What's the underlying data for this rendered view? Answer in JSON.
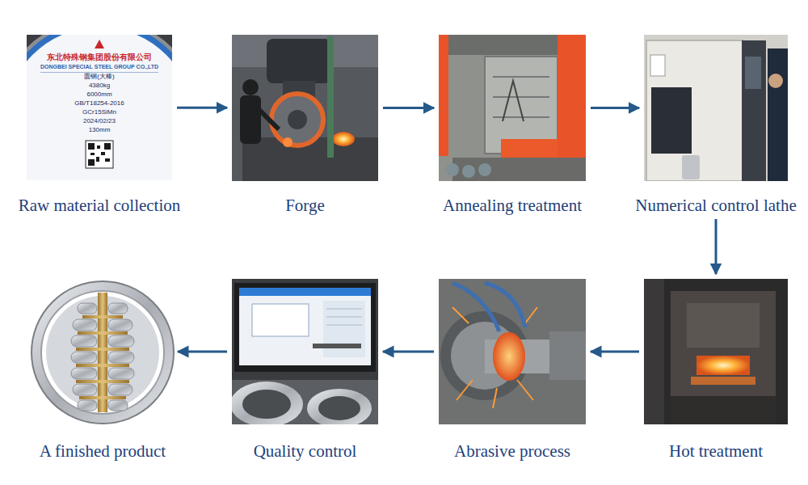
{
  "diagram": {
    "nodes": [
      {
        "text": [
          "Raw material collection"
        ]
      },
      {
        "text": [
          "Forge"
        ]
      },
      {
        "text": [
          "Annealing treatment"
        ]
      },
      {
        "text": [
          "Numerical control lathe"
        ]
      },
      {
        "text": [
          "Hot treatment"
        ]
      },
      {
        "text": [
          "Abrasive process"
        ]
      },
      {
        "text": [
          "Quality control"
        ]
      },
      {
        "text": [
          "A finished product"
        ]
      }
    ],
    "edges": [
      {
        "from": 0,
        "to": 1,
        "arrow": "to"
      },
      {
        "from": 1,
        "to": 2,
        "arrow": "to"
      },
      {
        "from": 2,
        "to": 3,
        "arrow": "to"
      },
      {
        "from": 3,
        "to": 4,
        "arrow": "to"
      },
      {
        "from": 4,
        "to": 5,
        "arrow": "to"
      },
      {
        "from": 5,
        "to": 6,
        "arrow": "to"
      },
      {
        "from": 6,
        "to": 7,
        "arrow": "to"
      }
    ],
    "labels": [
      "东北特殊钢集团股份有限公司",
      "DONGBEI SPECIAL STEEL GROUP CO.,LTD",
      "圆钢(大棒)",
      "4380kg",
      "6000mm",
      "GB/T18254-2016",
      "GCr15SiMn",
      "2024/02/23",
      "130mm"
    ]
  }
}
